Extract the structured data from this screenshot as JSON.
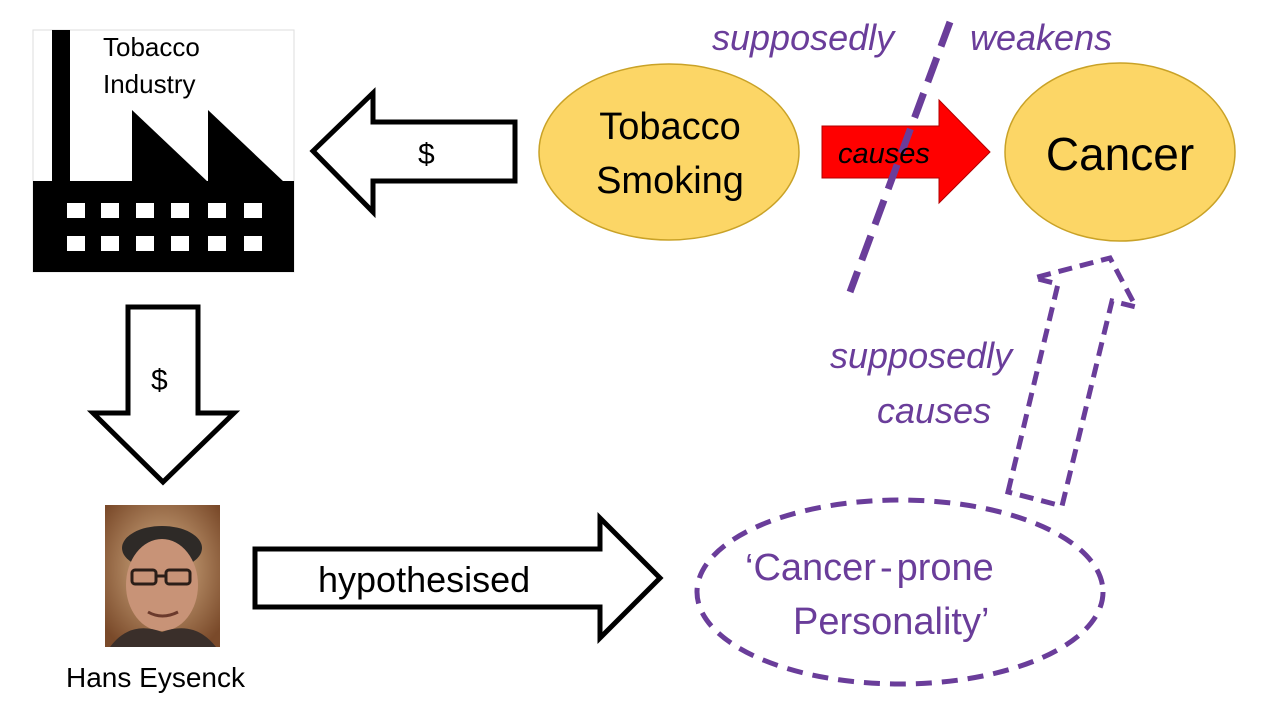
{
  "industry": {
    "line1": "Tobacco",
    "line2": "Industry"
  },
  "money_arrow_left": {
    "label": "$"
  },
  "money_arrow_down": {
    "label": "$"
  },
  "smoking": {
    "line1": "Tobacco",
    "line2": "Smoking"
  },
  "cancer": {
    "label": "Cancer"
  },
  "causes_arrow": {
    "label": "causes"
  },
  "weakens": {
    "word1": "supposedly",
    "word2": "weakens"
  },
  "supposedly_causes": {
    "line1": "supposedly",
    "line2": "causes"
  },
  "hypothesised_arrow": {
    "label": "hypothesised"
  },
  "personality": {
    "line1": "‘Cancer",
    "dash": "-",
    "line1b": "prone",
    "line2": "Personality’"
  },
  "person": {
    "name": "Hans Eysenck"
  },
  "colors": {
    "ellipse_fill": "#fcd666",
    "ellipse_stroke": "#c9a227",
    "red_arrow": "#ff0000",
    "purple": "#6a3d9a"
  }
}
